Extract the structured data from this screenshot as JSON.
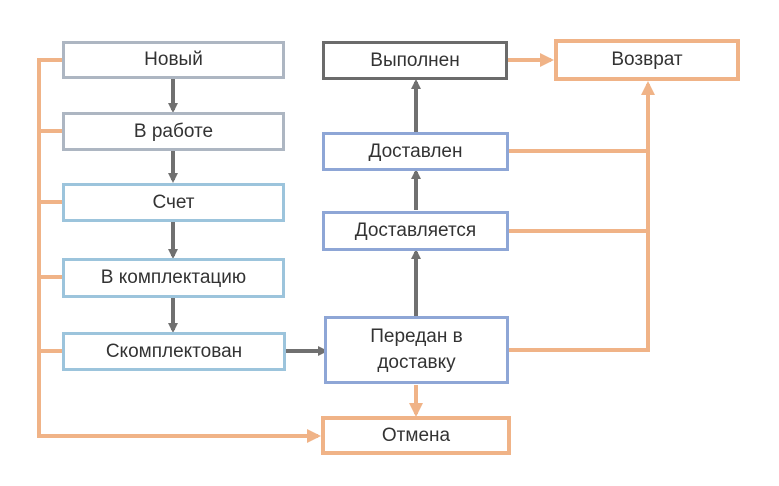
{
  "nodes": {
    "novyy": {
      "label": "Новый"
    },
    "v_rabote": {
      "label": "В работе"
    },
    "schet": {
      "label": "Счет"
    },
    "v_komplektatsiyu": {
      "label": "В комплектацию"
    },
    "skomplektovan": {
      "label": "Скомплектован"
    },
    "vypolnen": {
      "label": "Выполнен"
    },
    "vozvrat": {
      "label": "Возврат"
    },
    "dostavlen": {
      "label": "Доставлен"
    },
    "dostavlyaetsya": {
      "label": "Доставляется"
    },
    "peredan": {
      "label": "Передан в\nдоставку"
    },
    "otmena": {
      "label": "Отмена"
    }
  },
  "colors": {
    "flow_arrow": "#707070",
    "return_cancel_arrow": "#f0b387",
    "border_gray": "#adb6c2",
    "border_light_blue": "#9cc4dc",
    "border_blue": "#8ea6d6",
    "border_dark": "#6b6b6b",
    "border_orange": "#f0b387"
  }
}
